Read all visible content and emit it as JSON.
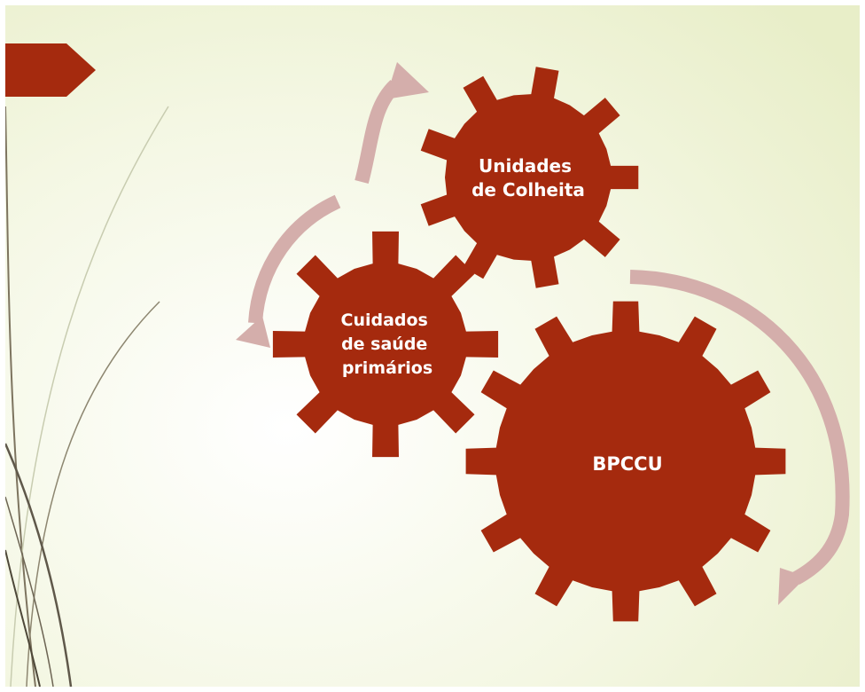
{
  "slide": {
    "background_colors": [
      "#ffffff",
      "#f4f7e3",
      "#e8eec8"
    ],
    "accent_color": "#a52a0e",
    "arrow_color": "#d4aeab"
  },
  "diagram": {
    "gears": [
      {
        "id": "unidades",
        "lines": [
          "Unidades",
          "de Colheita"
        ]
      },
      {
        "id": "cuidados",
        "lines": [
          "Cuidados",
          "de saúde",
          "primários"
        ]
      },
      {
        "id": "bpccu",
        "lines": [
          "BPCCU"
        ]
      }
    ]
  }
}
